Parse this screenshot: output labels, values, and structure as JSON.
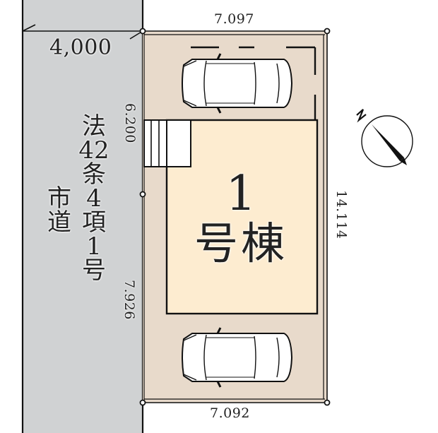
{
  "road": {
    "width_label": "4,000",
    "designation_col1": [
      "法",
      "42",
      "条",
      "4",
      "項",
      "1",
      "号"
    ],
    "designation_col2": [
      "市",
      "道"
    ],
    "color": "#d0d2d3"
  },
  "lot": {
    "color": "#e8dacb",
    "top_frontage": "7.097",
    "bottom_frontage": "7.092",
    "right_depth": "14.114",
    "left_upper_segment": "6.200",
    "left_lower_segment": "7.926"
  },
  "building": {
    "number": "1",
    "name": "号棟",
    "color": "#fdecd0"
  },
  "parking": {
    "spaces": 2
  },
  "compass": {
    "label": "N"
  }
}
